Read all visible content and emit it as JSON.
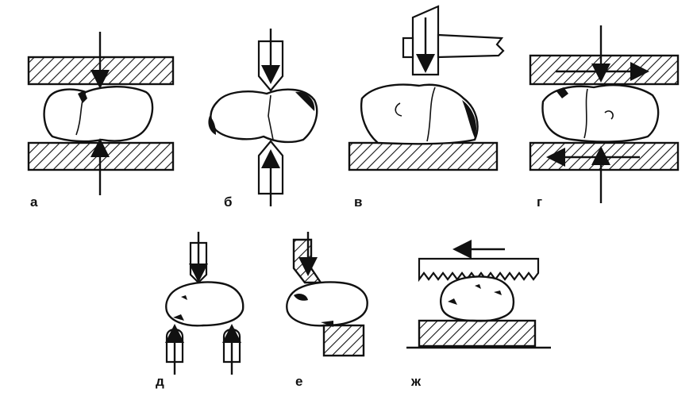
{
  "panels": [
    {
      "id": "a",
      "label": "а"
    },
    {
      "id": "b",
      "label": "б"
    },
    {
      "id": "v",
      "label": "в"
    },
    {
      "id": "g",
      "label": "г"
    },
    {
      "id": "d",
      "label": "д"
    },
    {
      "id": "e",
      "label": "е"
    },
    {
      "id": "zh",
      "label": "ж"
    }
  ],
  "colors": {
    "ink": "#111111",
    "background": "#ffffff"
  }
}
